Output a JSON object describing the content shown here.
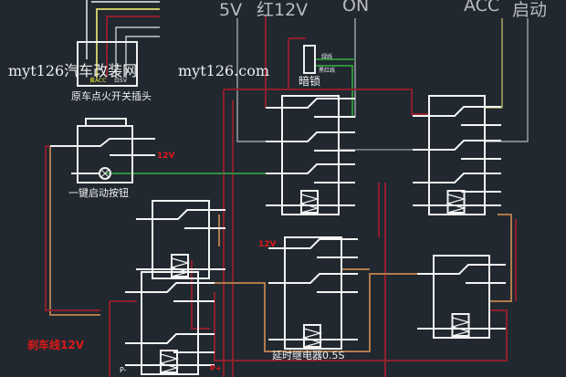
{
  "top_labels": {
    "v5": "5V",
    "red12v": "红12V",
    "on": "ON",
    "acc": "ACC",
    "start": "启动"
  },
  "watermark": {
    "site_cn": "myt126汽车改装网",
    "site_url": "myt126.com"
  },
  "ignition": {
    "title": "原车点火开关插头",
    "pin_acc": "黄ACC",
    "pin_5v": "白5V"
  },
  "immobilizer": {
    "title": "暗锁",
    "wire_1": "绿线",
    "wire_2": "黑红线"
  },
  "button": {
    "title": "一键启动按钮",
    "v12": "12V"
  },
  "delay_relay": {
    "title": "延时继电器0.5S",
    "v12": "12V"
  },
  "brake": {
    "label": "刹车线12V"
  },
  "polarity": {
    "neg": "P-",
    "pos": "P+"
  },
  "colors": {
    "background": "#212830",
    "wire_white": "#e8e8e8",
    "wire_red": "#8e1f2c",
    "wire_green": "#2f8f3a",
    "wire_orange": "#b07a4c",
    "wire_gray": "#b9bcc0",
    "wire_yellow": "#c9c766",
    "label_red": "#e01818"
  }
}
